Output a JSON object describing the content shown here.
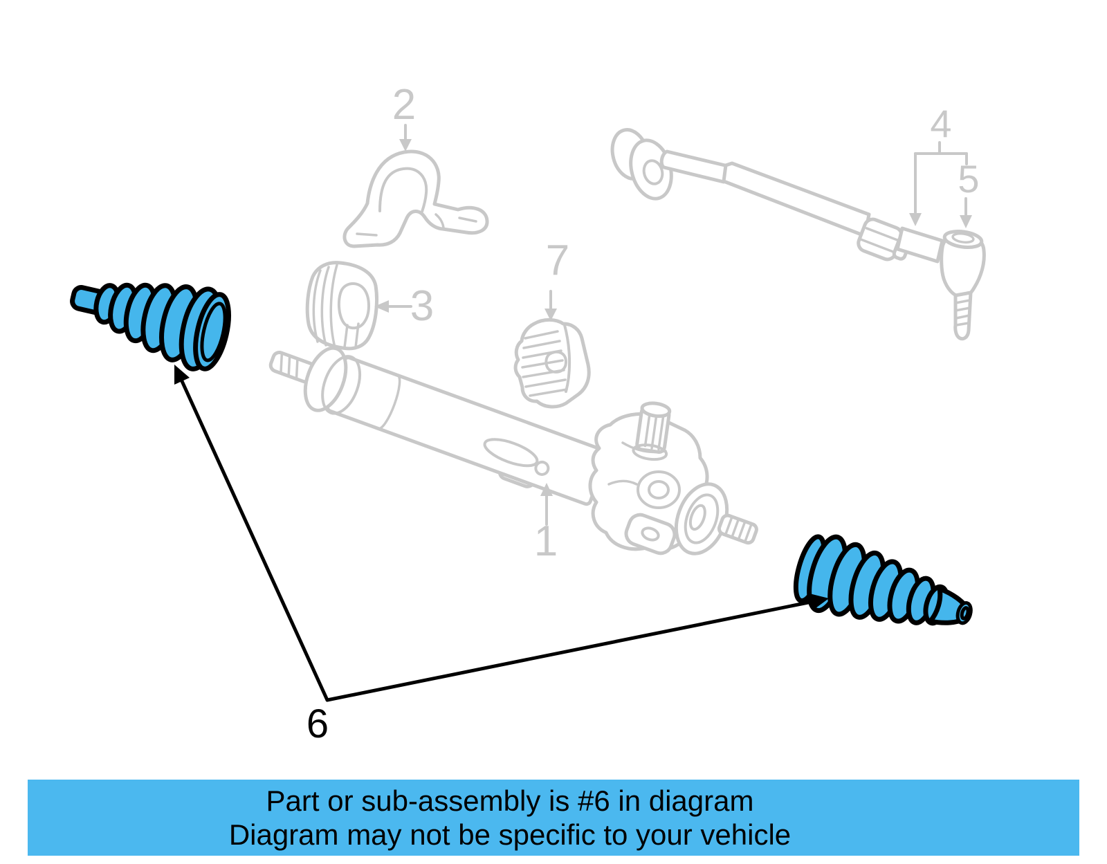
{
  "diagram": {
    "highlighted_part": "6",
    "colors": {
      "highlight_fill": "#45B6EC",
      "line_art_gray": "#C8C8C8",
      "outline_black": "#000000",
      "background": "#FFFFFF",
      "banner_bg": "#4BB8EF",
      "banner_text": "#000000"
    },
    "labels": {
      "part1": "1",
      "part2": "2",
      "part3": "3",
      "part4": "4",
      "part5": "5",
      "part6": "6",
      "part7": "7"
    }
  },
  "banner": {
    "line1": "Part or sub-assembly is #6 in diagram",
    "line2": "Diagram may not be specific to your vehicle"
  }
}
